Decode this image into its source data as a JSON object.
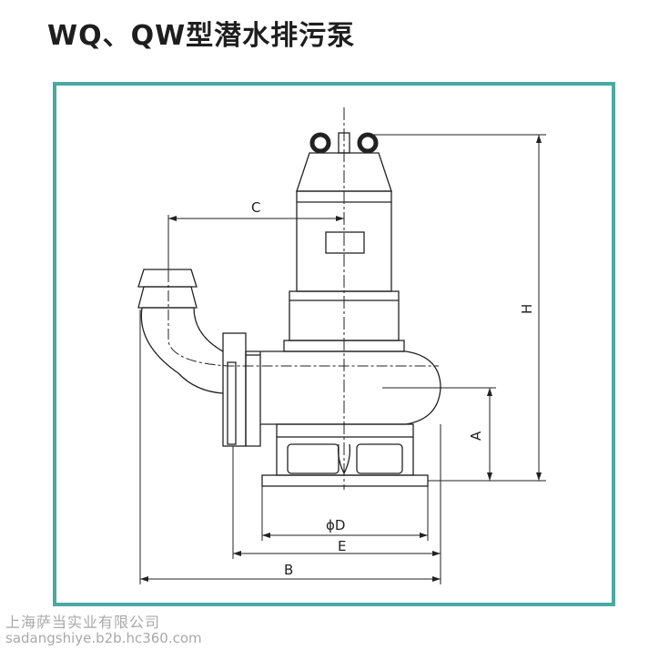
{
  "title": "WQ、QW型潜水排污泵",
  "dimensions": {
    "C": "C",
    "H": "H",
    "A": "A",
    "D": "ϕD",
    "E": "E",
    "B": "B"
  },
  "watermark": {
    "company": "上海萨当实业有限公司",
    "site": "sadangshiye.b2b.hc360.com"
  },
  "colors": {
    "frame": "#4aa9a3",
    "line": "#222222"
  }
}
